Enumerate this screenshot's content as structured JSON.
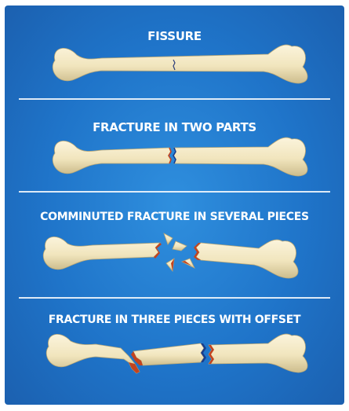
{
  "sections": [
    {
      "title": "FISSURE"
    },
    {
      "title": "FRACTURE IN TWO PARTS"
    },
    {
      "title": "COMMINUTED FRACTURE IN SEVERAL PIECES"
    },
    {
      "title": "FRACTURE IN THREE PIECES WITH OFFSET"
    }
  ],
  "colors": {
    "background_light": "#2f8fde",
    "background_dark": "#1b5fae",
    "bone": "#f3e8c4",
    "bone_shadow": "#c9b98a",
    "fracture_red": "#c2431f",
    "fracture_blue": "#1a3d8a",
    "text": "#ffffff"
  }
}
